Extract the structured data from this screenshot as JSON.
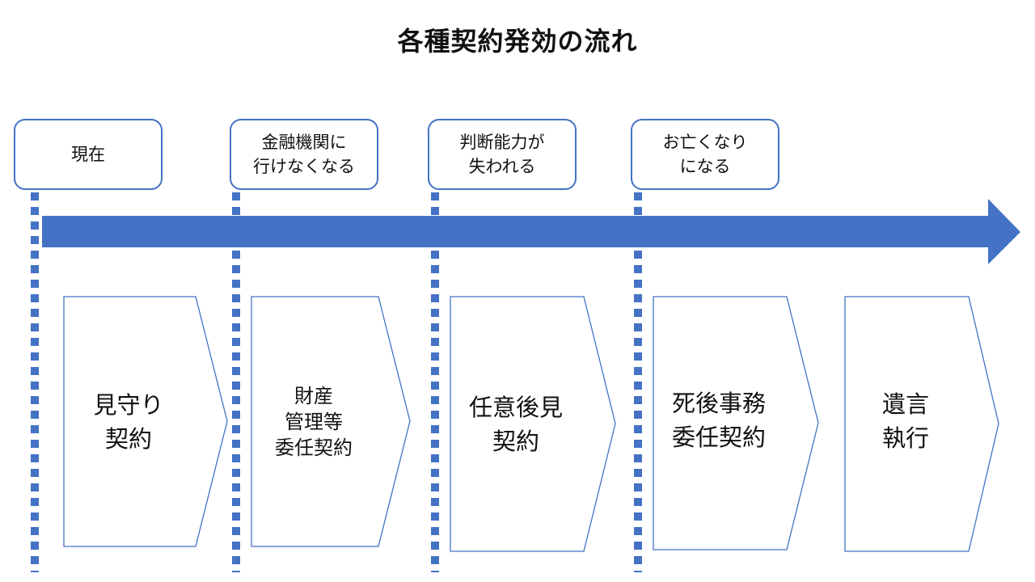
{
  "title": "各種契約発効の流れ",
  "colors": {
    "accent": "#4472c4",
    "text": "#111111",
    "background": "#ffffff"
  },
  "milestones": [
    {
      "label": "現在"
    },
    {
      "label": "金融機関に\n行けなくなる"
    },
    {
      "label": "判断能力が\n失われる"
    },
    {
      "label": "お亡くなり\nになる"
    }
  ],
  "contracts": [
    {
      "label": "見守り\n契約"
    },
    {
      "label": "財産\n管理等\n委任契約"
    },
    {
      "label": "任意後見\n契約"
    },
    {
      "label": "死後事務\n委任契約"
    },
    {
      "label": "遺言\n執行"
    }
  ]
}
